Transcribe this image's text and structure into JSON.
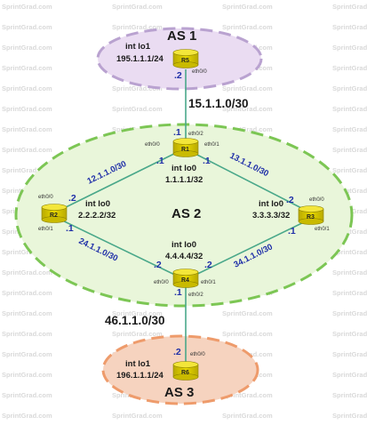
{
  "watermark": "SprintGrad.com",
  "colors": {
    "as1_fill": "#eadcf2",
    "as1_stroke": "#b9a2d0",
    "as2_fill": "#e9f6da",
    "as2_stroke": "#7cc654",
    "as3_fill": "#f6d3bf",
    "as3_stroke": "#ee9b6b",
    "link": "#4aa88a",
    "subnet_text": "#1f2fa8",
    "router_body": "#d4c400",
    "router_top": "#f3e63a"
  },
  "autonomous_systems": [
    {
      "name": "AS 1"
    },
    {
      "name": "AS 2"
    },
    {
      "name": "AS 3"
    }
  ],
  "routers": [
    {
      "name": "R5",
      "icon": "router-cylinder-icon"
    },
    {
      "name": "R1",
      "icon": "router-cylinder-icon"
    },
    {
      "name": "R2",
      "icon": "router-cylinder-icon"
    },
    {
      "name": "R3",
      "icon": "router-cylinder-icon"
    },
    {
      "name": "R4",
      "icon": "router-cylinder-icon"
    },
    {
      "name": "R6",
      "icon": "router-cylinder-icon"
    }
  ],
  "loopbacks": [
    {
      "router": "R5",
      "int": "int lo1",
      "ip": "195.1.1.1/24"
    },
    {
      "router": "R1",
      "int": "int lo0",
      "ip": "1.1.1.1/32"
    },
    {
      "router": "R2",
      "int": "int lo0",
      "ip": "2.2.2.2/32"
    },
    {
      "router": "R3",
      "int": "int lo0",
      "ip": "3.3.3.3/32"
    },
    {
      "router": "R4",
      "int": "int lo0",
      "ip": "4.4.4.4/32"
    },
    {
      "router": "R6",
      "int": "int lo1",
      "ip": "196.1.1.1/24"
    }
  ],
  "links": [
    {
      "a": "R5",
      "b": "R1",
      "subnet": "15.1.1.0/30",
      "a_host": ".2",
      "b_host": ".1"
    },
    {
      "a": "R1",
      "b": "R2",
      "subnet": "12.1.1.0/30",
      "a_host": ".1",
      "b_host": ".2"
    },
    {
      "a": "R1",
      "b": "R3",
      "subnet": "13.1.1.0/30",
      "a_host": ".1",
      "b_host": ".2"
    },
    {
      "a": "R2",
      "b": "R4",
      "subnet": "24.1.1.0/30",
      "a_host": ".1",
      "b_host": ".2"
    },
    {
      "a": "R3",
      "b": "R4",
      "subnet": "34.1.1.0/30",
      "a_host": ".1",
      "b_host": ".2"
    },
    {
      "a": "R4",
      "b": "R6",
      "subnet": "46.1.1.0/30",
      "a_host": ".1",
      "b_host": ".2"
    }
  ],
  "ports": {
    "r5_eth0_0": "eth0/0",
    "r1_eth0_2": "eth0/2",
    "r1_eth0_0": "eth0/0",
    "r1_eth0_1": "eth0/1",
    "r2_eth0_0": "eth0/0",
    "r2_eth0_1": "eth0/1",
    "r3_eth0_0": "eth0/0",
    "r3_eth0_1": "eth0/1",
    "r4_eth0_0": "eth0/0",
    "r4_eth0_1": "eth0/1",
    "r4_eth0_2": "eth0/2",
    "r6_eth0_0": "eth0/0"
  }
}
